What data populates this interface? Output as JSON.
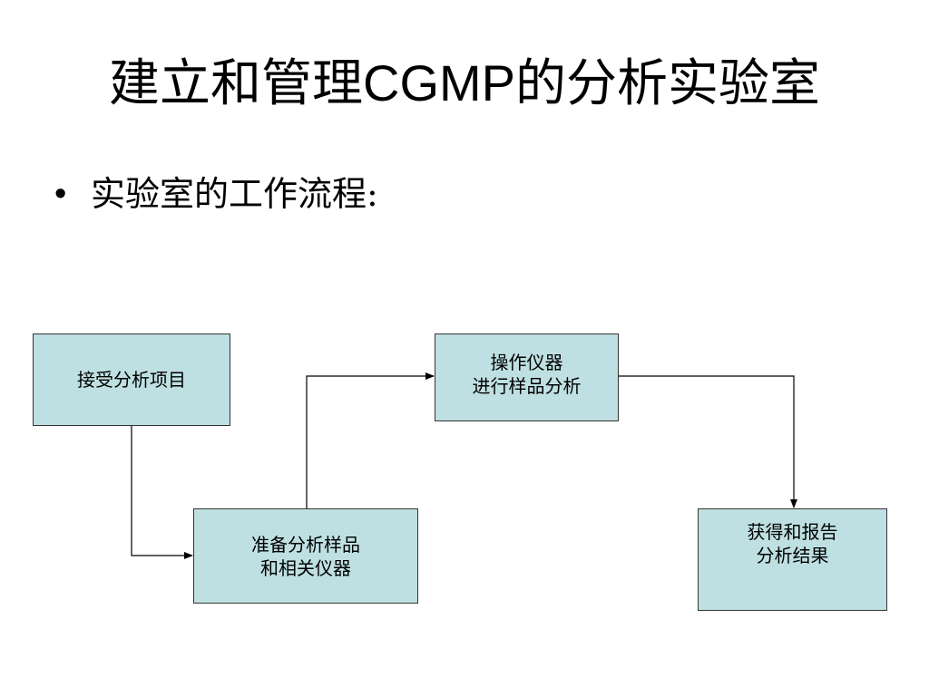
{
  "slide": {
    "title_pre": "建立和管理",
    "title_latin": "CGMP",
    "title_post": "的分析实验室",
    "bullet_symbol": "•",
    "bullet_text": "实验室的工作流程:"
  },
  "flow": {
    "box_fill": "#bfe0e2",
    "steps": [
      {
        "lines": [
          "接受分析项目"
        ]
      },
      {
        "lines": [
          "准备分析样品",
          "和相关仪器"
        ]
      },
      {
        "lines": [
          "操作仪器",
          "进行样品分析"
        ]
      },
      {
        "lines": [
          "获得和报告",
          "分析结果"
        ]
      }
    ]
  }
}
